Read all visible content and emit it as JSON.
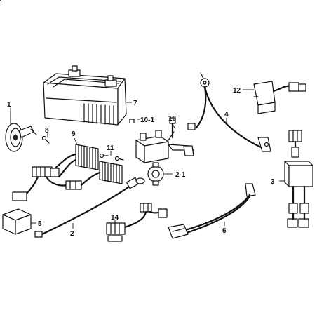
{
  "diagram": {
    "callouts": {
      "battery": "7",
      "horn": "1",
      "horn_bolt": "8",
      "relay_12": "12",
      "cable_10_1": "10-1",
      "cable_10": "10",
      "battery_cable_4": "4",
      "regulator_9": "9",
      "screw_11": "11",
      "sensor_2_1": "2-1",
      "relay_assembly_3": "3",
      "fuse_box_5": "5",
      "ground_cable_6": "6",
      "harness_14": "14",
      "harness_2": "2"
    },
    "icons": {
      "cable_10_1_prefix": "connector-icon"
    }
  }
}
